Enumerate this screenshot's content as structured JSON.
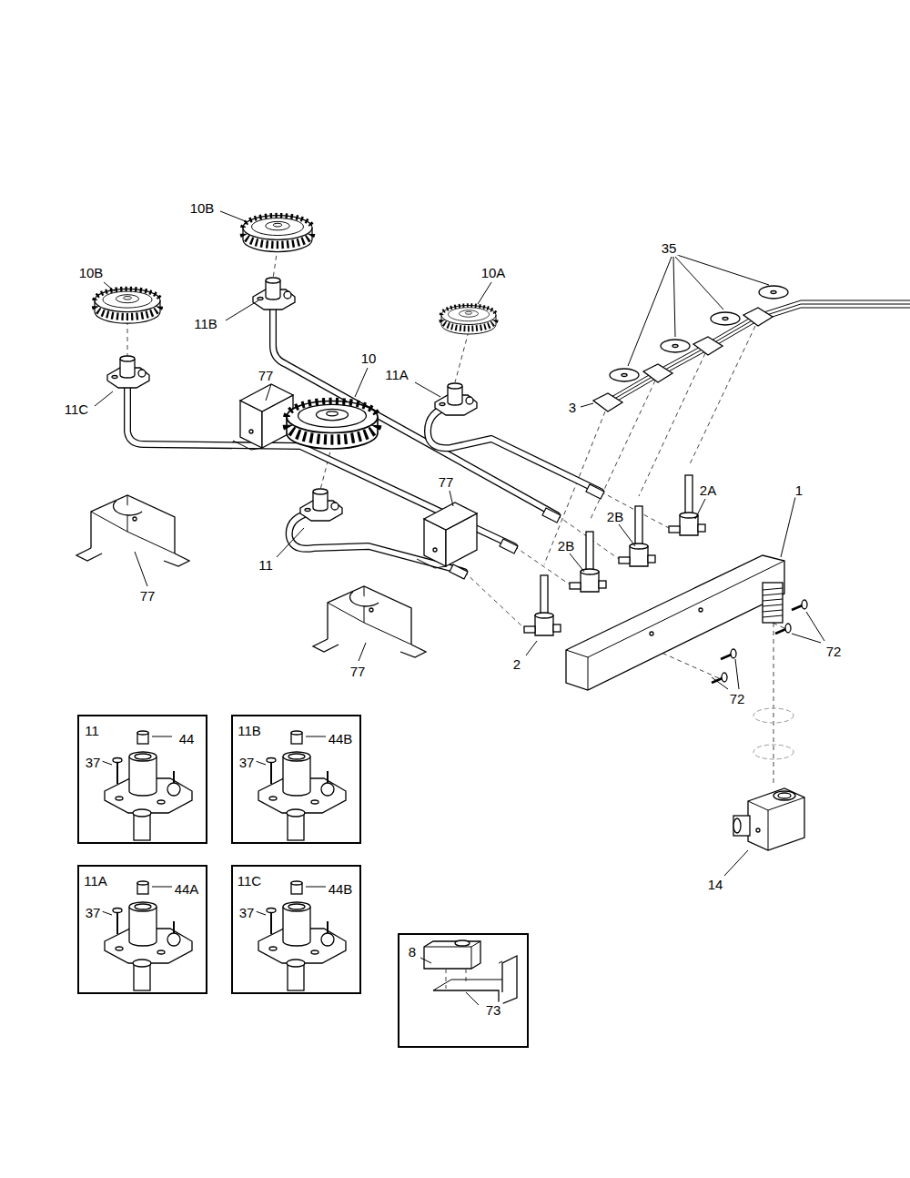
{
  "diagram": {
    "nodes": [
      {
        "text": [
          "11",
          "44",
          "37"
        ]
      },
      {
        "text": [
          "11B",
          "44B",
          "37"
        ]
      },
      {
        "text": [
          "11A",
          "44A",
          "37"
        ]
      },
      {
        "text": [
          "11C",
          "44B",
          "37"
        ]
      },
      {
        "text": [
          "8",
          "73"
        ]
      }
    ],
    "labels": [
      "10B",
      "35",
      "10B",
      "10A",
      "11B",
      "77",
      "10",
      "11A",
      "3",
      "11C",
      "2A",
      "77",
      "2B",
      "1",
      "2B",
      "11",
      "77",
      "2",
      "72",
      "77",
      "72",
      "14"
    ]
  }
}
